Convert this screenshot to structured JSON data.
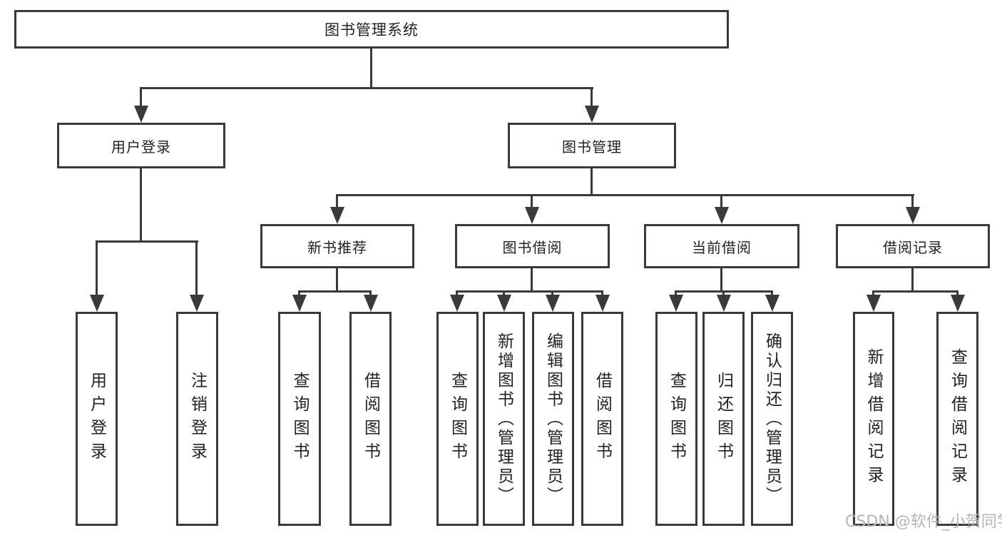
{
  "colors": {
    "line": "#3a3a3a",
    "text": "#222222",
    "watermark": "#b3b6b9",
    "bg": "#ffffff"
  },
  "diagram": {
    "title": "图书管理系统",
    "level2": [
      {
        "id": "user-login",
        "label": "用户登录"
      },
      {
        "id": "book-management",
        "label": "图书管理"
      }
    ],
    "level3": [
      {
        "id": "new-book-recommend",
        "label": "新书推荐",
        "parent": "图书管理"
      },
      {
        "id": "book-borrowing",
        "label": "图书借阅",
        "parent": "图书管理"
      },
      {
        "id": "current-borrowing",
        "label": "当前借阅",
        "parent": "图书管理"
      },
      {
        "id": "borrowing-records",
        "label": "借阅记录",
        "parent": "图书管理"
      }
    ],
    "leaves": [
      {
        "id": "leaf-user-login",
        "label": "用户登录",
        "parent": "用户登录"
      },
      {
        "id": "leaf-logout",
        "label": "注销登录",
        "parent": "用户登录"
      },
      {
        "id": "leaf-query-books-recommend",
        "label": "查询图书",
        "parent": "新书推荐"
      },
      {
        "id": "leaf-borrow-books-recommend",
        "label": "借阅图书",
        "parent": "新书推荐"
      },
      {
        "id": "leaf-query-books-borrow",
        "label": "查询图书",
        "parent": "图书借阅"
      },
      {
        "id": "leaf-add-book-admin",
        "label": "新增图书（管理员）",
        "parent": "图书借阅"
      },
      {
        "id": "leaf-edit-book-admin",
        "label": "编辑图书（管理员）",
        "parent": "图书借阅"
      },
      {
        "id": "leaf-borrow-books-borrow",
        "label": "借阅图书",
        "parent": "图书借阅"
      },
      {
        "id": "leaf-query-books-current",
        "label": "查询图书",
        "parent": "当前借阅"
      },
      {
        "id": "leaf-return-book",
        "label": "归还图书",
        "parent": "当前借阅"
      },
      {
        "id": "leaf-confirm-return-admin",
        "label": "确认归还（管理员）",
        "parent": "当前借阅"
      },
      {
        "id": "leaf-add-borrow-record",
        "label": "新增借阅记录",
        "parent": "借阅记录"
      },
      {
        "id": "leaf-query-borrow-record",
        "label": "查询借阅记录",
        "parent": "借阅记录"
      }
    ]
  },
  "watermark": {
    "text": "CSDN @软件_小贺同学"
  }
}
